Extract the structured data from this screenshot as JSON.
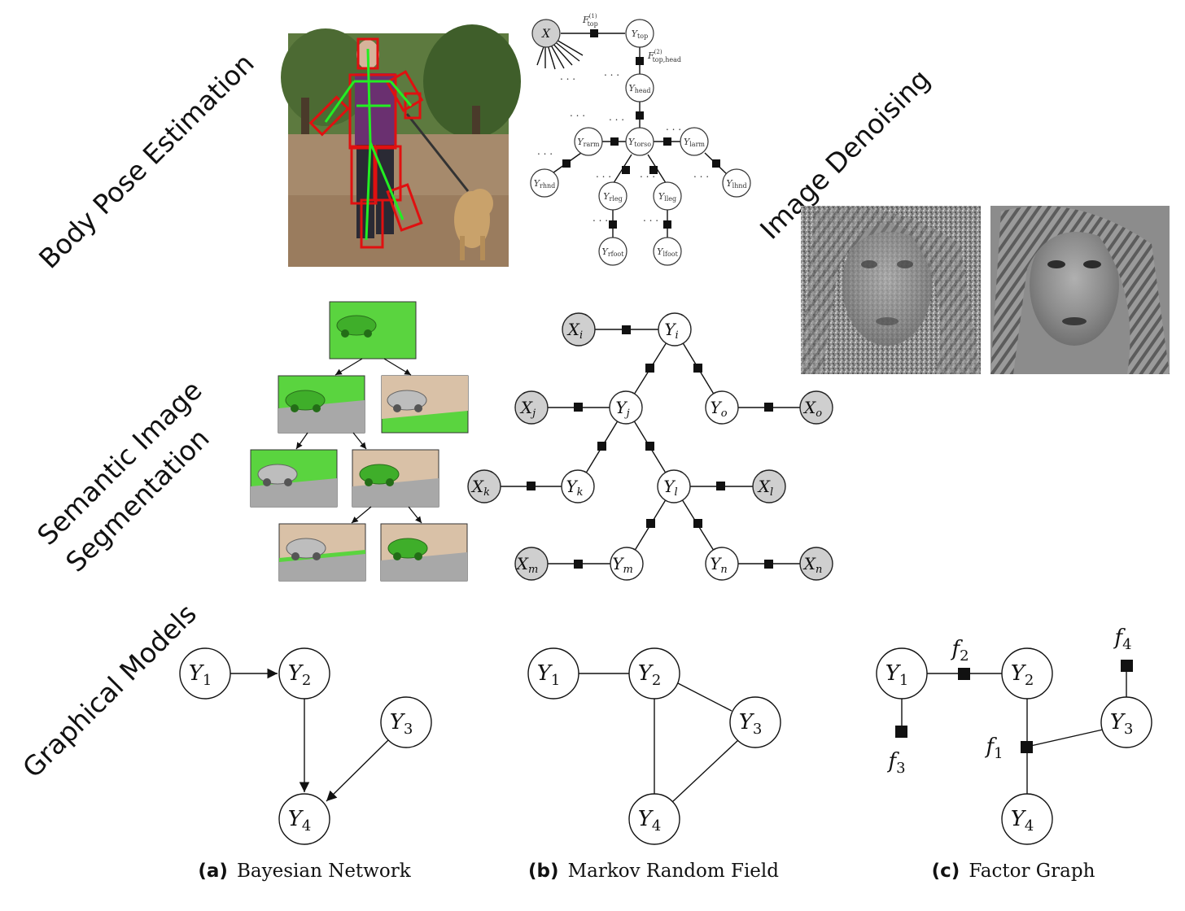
{
  "section_titles": {
    "body_pose": "Body Pose Estimation",
    "denoising": "Image Denoising",
    "segmentation_line1": "Semantic Image",
    "segmentation_line2": "Segmentation",
    "graphical_models": "Graphical Models"
  },
  "pose_graph": {
    "x_node": "X",
    "top": "top",
    "head": "head",
    "rarm": "rarm",
    "torso": "torso",
    "larm": "larm",
    "rhnd": "rhnd",
    "lhnd": "lhnd",
    "rleg": "rleg",
    "lleg": "lleg",
    "rfoot": "rfoot",
    "lfoot": "lfoot",
    "factor_top": "top",
    "factor_top_sup": "(1)",
    "factor_head": "top,head",
    "factor_head_sup": "(2)"
  },
  "seg_tree": {
    "nodes": [
      "i",
      "j",
      "o",
      "k",
      "l",
      "m",
      "n"
    ]
  },
  "bottom_graphs": {
    "bayes": {
      "letter": "(a)",
      "caption": "Bayesian Network"
    },
    "mrf": {
      "letter": "(b)",
      "caption": "Markov Random Field"
    },
    "factor": {
      "letter": "(c)",
      "caption": "Factor Graph"
    },
    "node_subscripts": [
      "1",
      "2",
      "3",
      "4"
    ],
    "factor_subscripts": [
      "1",
      "2",
      "3",
      "4"
    ]
  },
  "colors": {
    "observed_node": "#cfcfcf",
    "segment_green": "#5ad43f",
    "pose_box": "#e01010",
    "pose_skeleton": "#22ee22"
  }
}
